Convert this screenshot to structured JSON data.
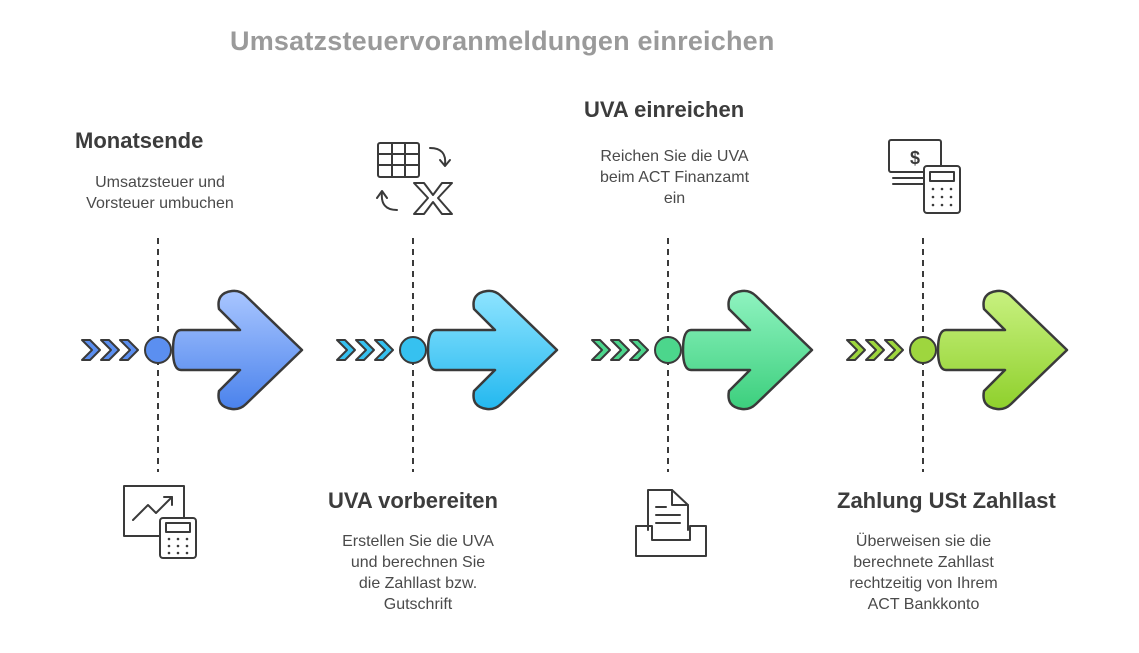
{
  "title": "Umsatzsteuervoranmeldungen einreichen",
  "steps": [
    {
      "title": "Monatsende",
      "desc": [
        "Umsatzsteuer und",
        "Vorsteuer umbuchen"
      ],
      "color": "#5b8ff0",
      "light": "#a9c6ff",
      "dark": "#4a82ec",
      "icon": "chart-calculator-icon"
    },
    {
      "title": "UVA vorbereiten",
      "desc": [
        "Erstellen Sie die UVA",
        "und berechnen Sie",
        "die Zahllast bzw.",
        "Gutschrift"
      ],
      "color": "#36c1f0",
      "light": "#8ee4ff",
      "dark": "#24b8ef",
      "icon": "spreadsheet-exchange-icon"
    },
    {
      "title": "UVA einreichen",
      "desc": [
        "Reichen Sie die UVA",
        "beim ACT Finanzamt",
        "ein"
      ],
      "color": "#4cd68c",
      "light": "#8ff3c0",
      "dark": "#3ccf7d",
      "icon": "document-tray-icon"
    },
    {
      "title": "Zahlung USt Zahllast",
      "desc": [
        "Überweisen sie die",
        "berechnete Zahllast",
        "rechtzeitig von Ihrem",
        "ACT Bankkonto"
      ],
      "color": "#9ed63e",
      "light": "#c8f180",
      "dark": "#8fd02c",
      "icon": "money-calculator-icon"
    }
  ]
}
